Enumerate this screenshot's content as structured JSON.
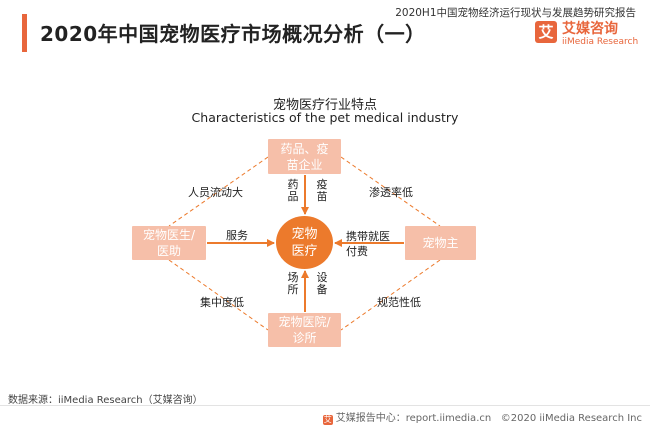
{
  "header": {
    "title": "2020年中国宠物医疗市场概况分析（一）",
    "report_name": "2020H1中国宠物经济运行现状与发展趋势研究报告",
    "logo_mark": "艾",
    "logo_cn": "艾媒咨询",
    "logo_en": "iiMedia Research"
  },
  "diagram": {
    "title": "宠物医疗行业特点",
    "subtitle": "Characteristics of the pet medical industry",
    "center": "宠物医疗",
    "nodes": {
      "top": "药品、疫苗企业",
      "left": "宠物医生/医助",
      "right": "宠物主",
      "bottom": "宠物医院/诊所"
    },
    "edge_labels": {
      "top_a": "药品",
      "top_b": "疫苗",
      "left": "服务",
      "right": "携带就医付费",
      "bottom_a": "场所",
      "bottom_b": "设备",
      "diag_top_left": "人员流动大",
      "diag_top_right": "渗透率低",
      "diag_bottom_left": "集中度低",
      "diag_bottom_right": "规范性低"
    }
  },
  "footer": {
    "source": "数据来源：iiMedia Research（艾媒咨询）",
    "center_text": "艾媒报告中心：report.iimedia.cn",
    "copyright": "©2020  iiMedia Research  Inc"
  },
  "colors": {
    "accent": "#e8663c",
    "node_fill": "#f6bfa9",
    "center_fill": "#ec7a2c"
  }
}
